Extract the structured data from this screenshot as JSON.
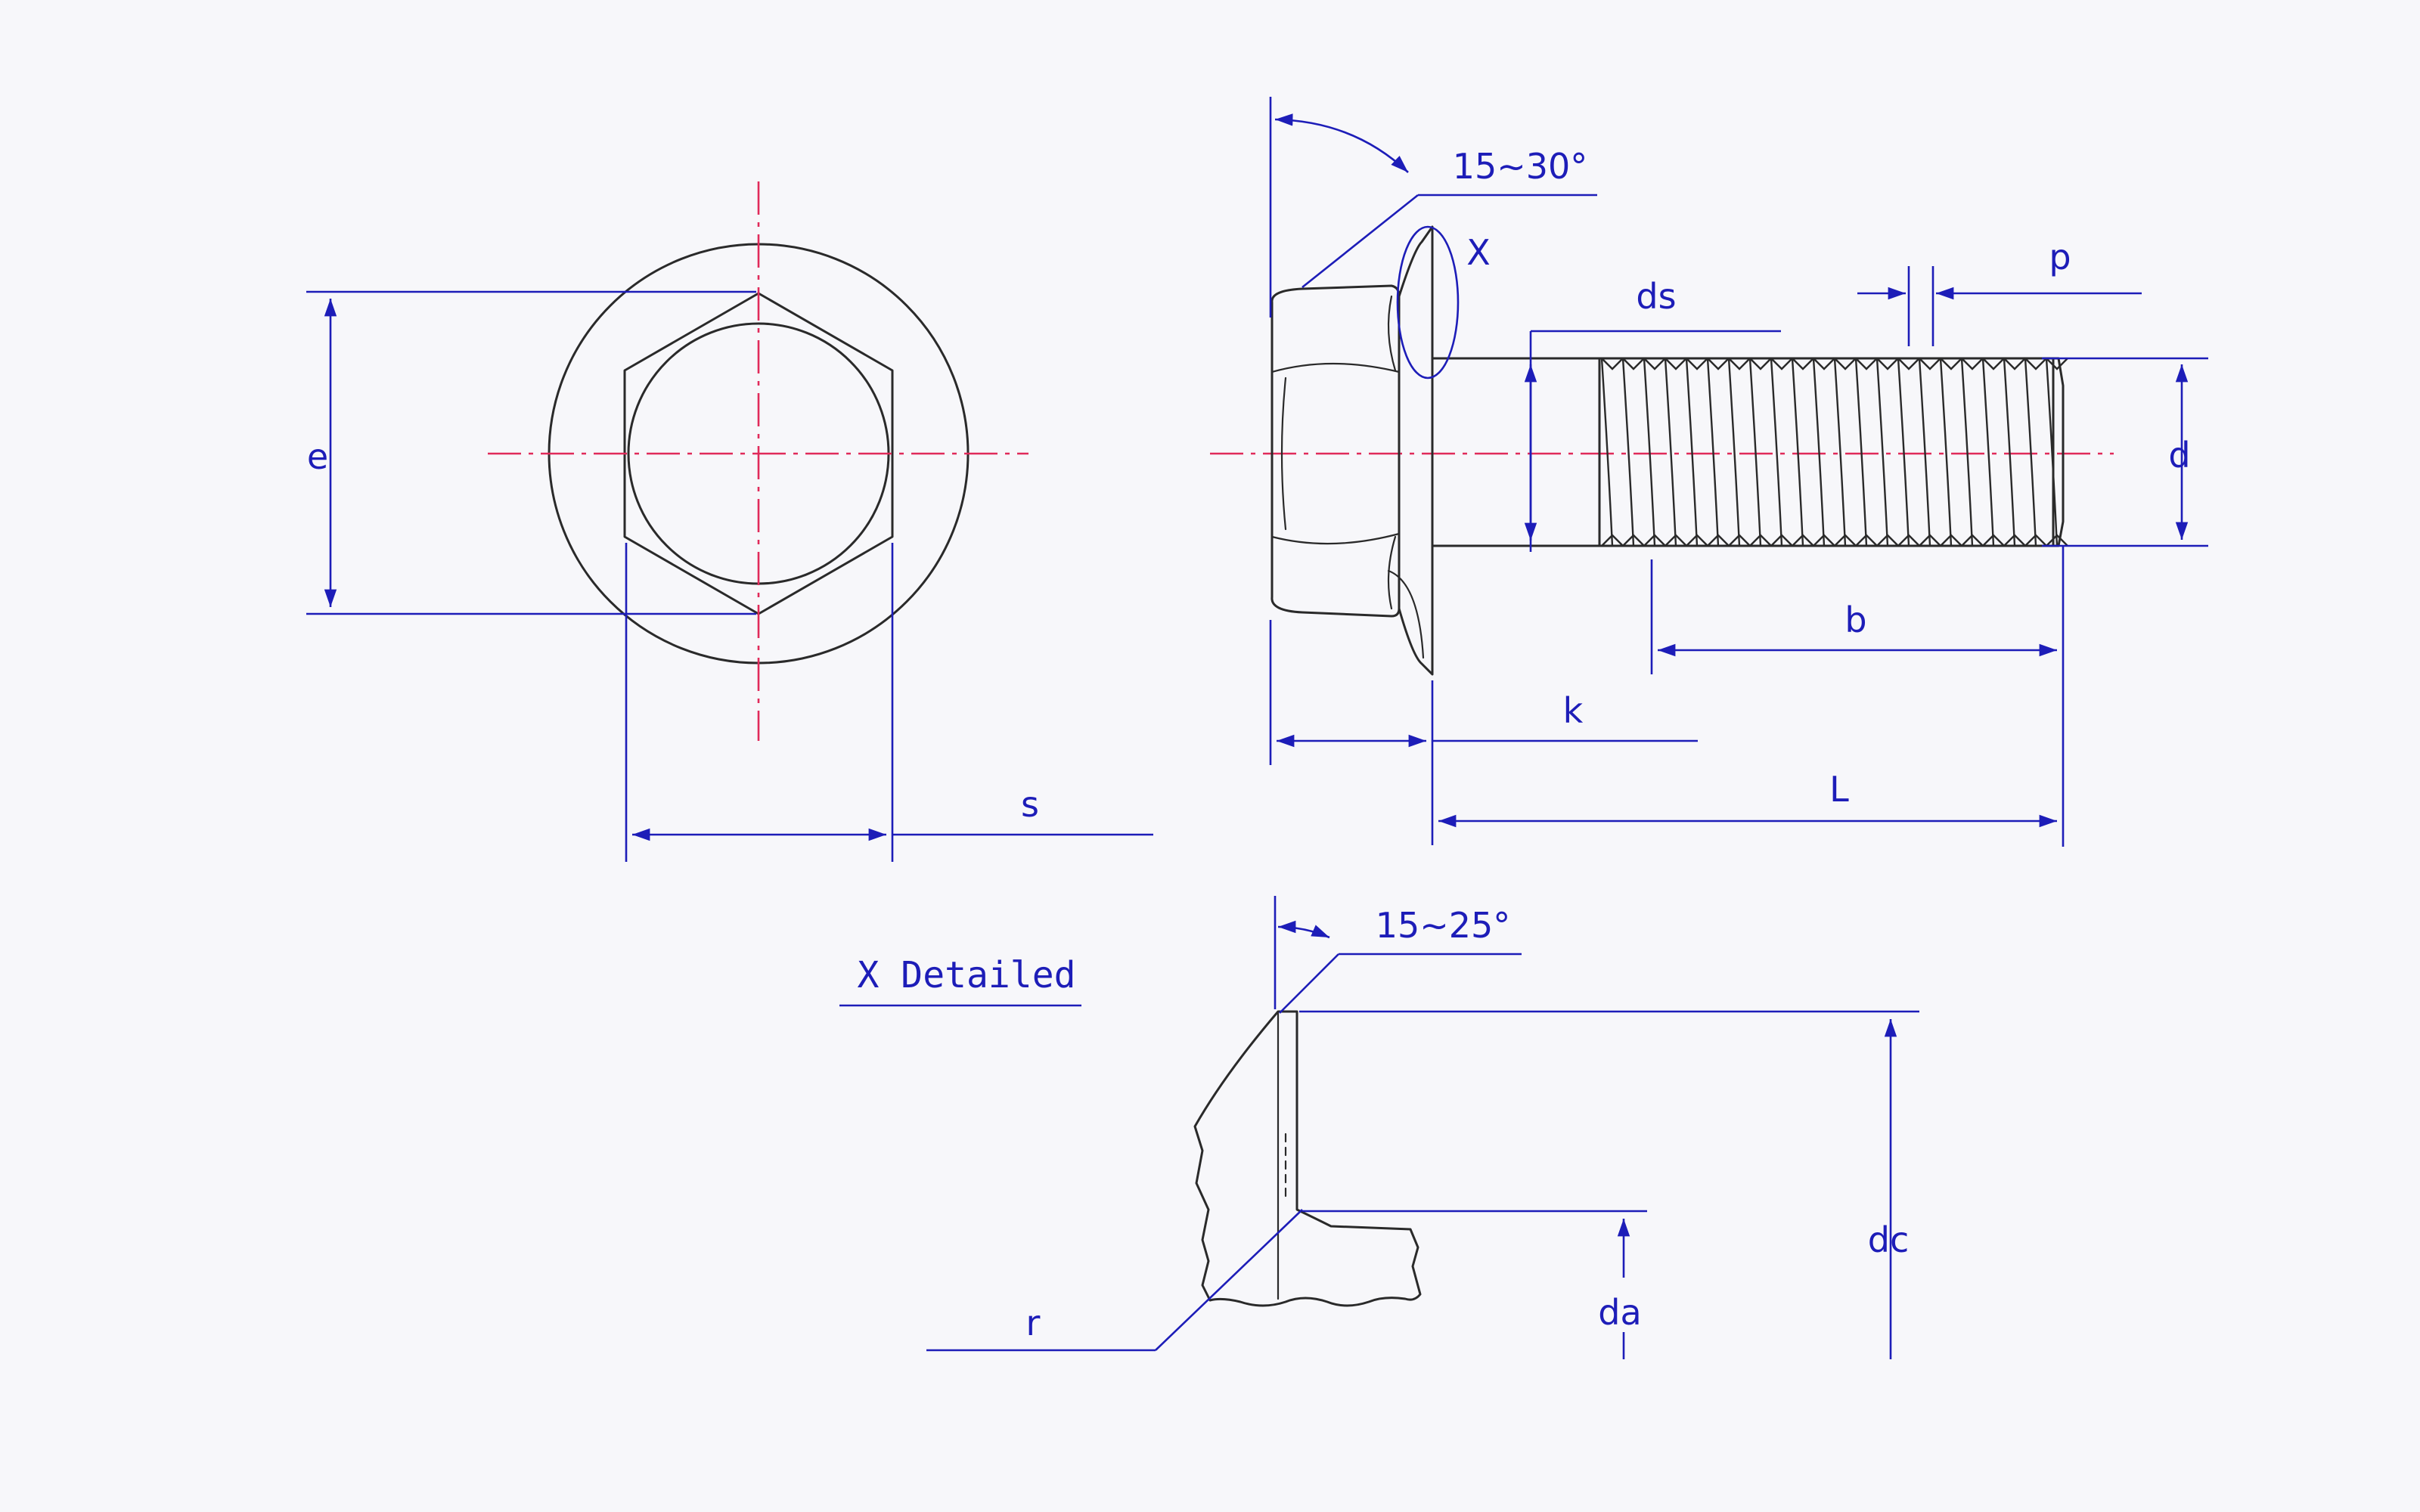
{
  "labels": {
    "e": "e",
    "s": "s",
    "head_angle": "15~30°",
    "x": "X",
    "ds": "ds",
    "p": "p",
    "d": "d",
    "b": "b",
    "k": "k",
    "L": "L",
    "detail_title": "X Detailed",
    "flange_angle": "15~25°",
    "dc": "dc",
    "da": "da",
    "r": "r"
  },
  "colors": {
    "outline": "#2a2a2a",
    "dimension": "#1d1db8",
    "centerline": "#e02a5a",
    "background": "#f7f7fa"
  }
}
